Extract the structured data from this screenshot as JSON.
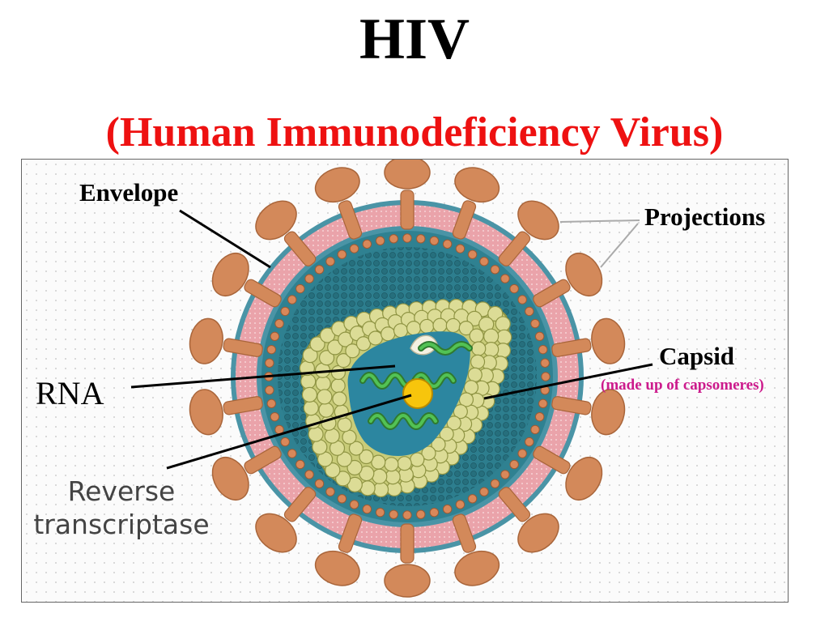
{
  "title": "HIV",
  "subtitle": "(Human Immunodeficiency Virus)",
  "labels": {
    "envelope": "Envelope",
    "projections": "Projections",
    "capsid": "Capsid",
    "capsid_note": "(made up of capsomeres)",
    "rna": "RNA",
    "reverse_transcriptase_line1": "Reverse",
    "reverse_transcriptase_line2": "transcriptase"
  },
  "colors": {
    "title": "#000000",
    "subtitle": "#ee1111",
    "capsid_note": "#cc1a8c",
    "envelope": "#e8a0a8",
    "projection": "#d08a58",
    "matrix": "#2f7d8c",
    "capsomere": "#d6d88c",
    "rna": "#3aa84a",
    "enzyme": "#f4c20d"
  }
}
